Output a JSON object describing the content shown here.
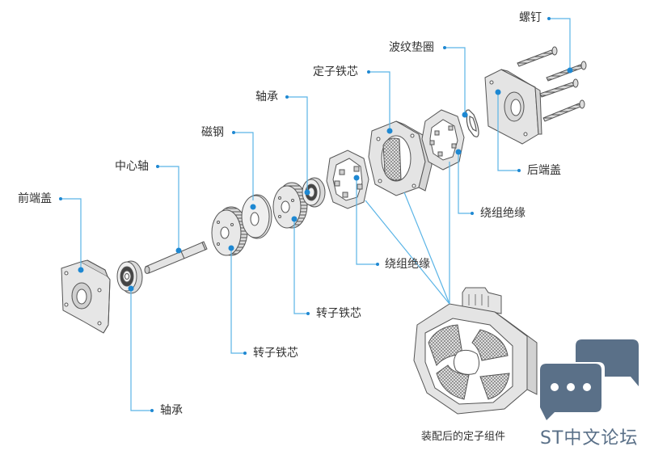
{
  "diagram": {
    "type": "exploded-view",
    "subject": "stepper motor",
    "accent_color": "#1e88d2",
    "leader_color": "#5ab4e6",
    "part_fill": "#e6e6e6",
    "part_stroke": "#555555",
    "labels": {
      "screws": "螺钉",
      "wave_washer": "波纹垫圈",
      "stator_core": "定子铁芯",
      "bearing_top": "轴承",
      "magnet": "磁钢",
      "shaft": "中心轴",
      "front_cover": "前端盖",
      "rear_cover": "后端盖",
      "winding_insulation_right": "绕组绝缘",
      "winding_insulation_center": "绕组绝缘",
      "rotor_core_right": "转子铁芯",
      "rotor_core_left": "转子铁芯",
      "bearing_bottom": "轴承"
    },
    "assembled_caption": "装配后的定子组件"
  },
  "watermark": {
    "text": "ST中文论坛",
    "icon": "chat-bubbles-icon",
    "color": "#5a7088"
  }
}
